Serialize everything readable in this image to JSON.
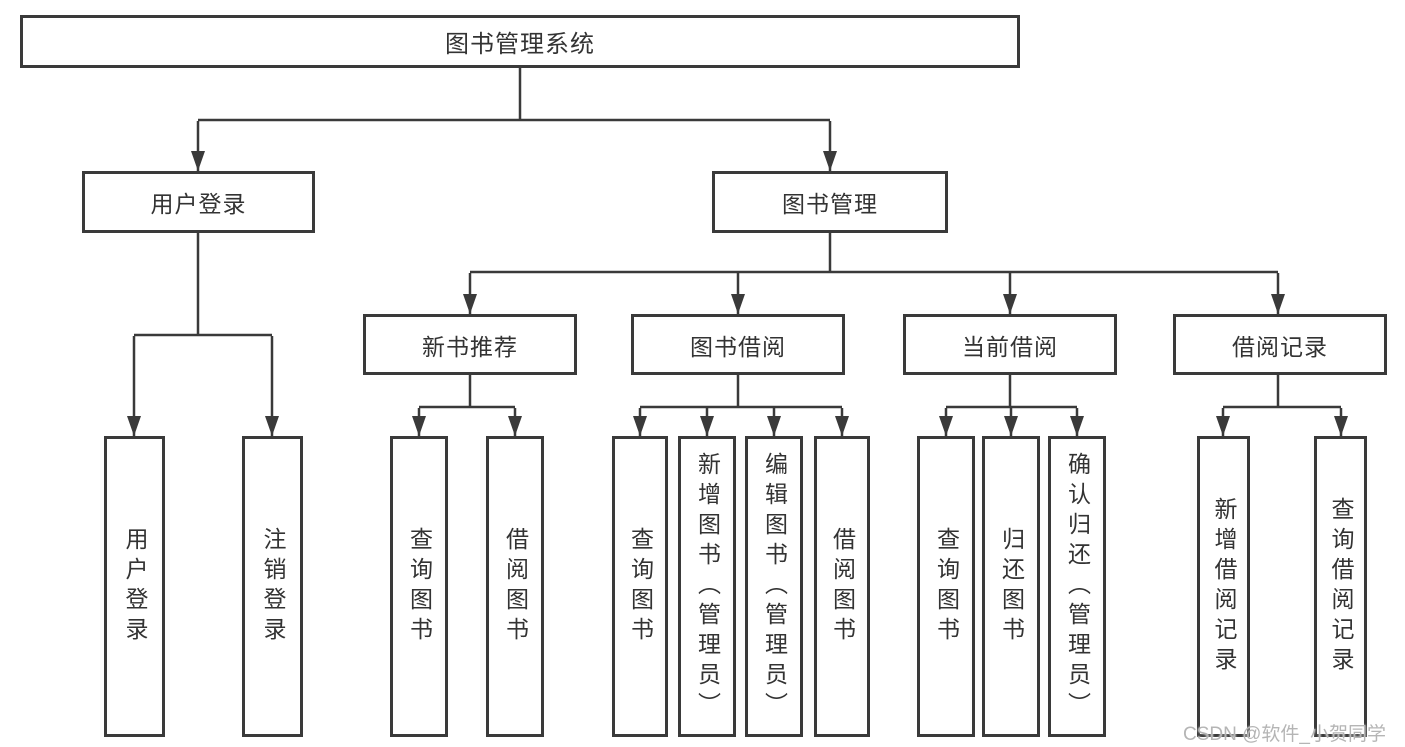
{
  "tree": {
    "root": {
      "label": "图书管理系统"
    },
    "branches": [
      {
        "label": "用户登录",
        "children": [
          {
            "label": "用户登录"
          },
          {
            "label": "注销登录"
          }
        ]
      },
      {
        "label": "图书管理",
        "children": [
          {
            "label": "新书推荐",
            "children": [
              {
                "label": "查询图书"
              },
              {
                "label": "借阅图书"
              }
            ]
          },
          {
            "label": "图书借阅",
            "children": [
              {
                "label": "查询图书"
              },
              {
                "label": "新增图书（管理员）"
              },
              {
                "label": "编辑图书（管理员）"
              },
              {
                "label": "借阅图书"
              }
            ]
          },
          {
            "label": "当前借阅",
            "children": [
              {
                "label": "查询图书"
              },
              {
                "label": "归还图书"
              },
              {
                "label": "确认归还（管理员）"
              }
            ]
          },
          {
            "label": "借阅记录",
            "children": [
              {
                "label": "新增借阅记录"
              },
              {
                "label": "查询借阅记录"
              }
            ]
          }
        ]
      }
    ]
  },
  "watermark": "CSDN @软件_小贺同学",
  "colors": {
    "line": "#3a3a3a",
    "text": "#333333",
    "box_background": "#ffffff",
    "watermark": "#b5b5b5",
    "background": "#ffffff"
  }
}
